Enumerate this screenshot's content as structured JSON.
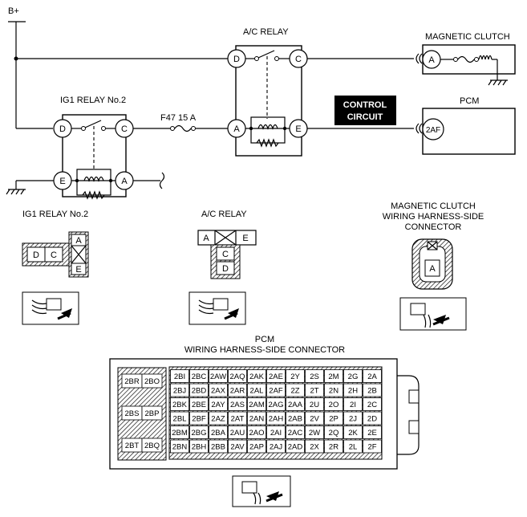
{
  "schematic": {
    "b_plus": "B+",
    "ac_relay_title": "A/C RELAY",
    "magnetic_clutch_title": "MAGNETIC CLUTCH",
    "ig1_relay_title": "IG1 RELAY No.2",
    "fuse_label": "F47 15 A",
    "control_circuit_line1": "CONTROL",
    "control_circuit_line2": "CIRCUIT",
    "pcm_title": "PCM",
    "pins": {
      "ac_d": "D",
      "ac_c": "C",
      "ac_a": "A",
      "ac_e": "E",
      "ig_d": "D",
      "ig_c": "C",
      "ig_e": "E",
      "ig_a": "A",
      "mc_a": "A",
      "pcm_2af": "2AF"
    }
  },
  "connectors": {
    "ig1_title": "IG1 RELAY No.2",
    "ig1_pins": {
      "a": "A",
      "d": "D",
      "c": "C",
      "e": "E"
    },
    "ac_title": "A/C RELAY",
    "ac_pins": {
      "a": "A",
      "e": "E",
      "c": "C",
      "d": "D"
    },
    "mc_title_line1": "MAGNETIC CLUTCH",
    "mc_title_line2": "WIRING HARNESS-SIDE",
    "mc_title_line3": "CONNECTOR",
    "mc_pin": "A",
    "pcm_title_line1": "PCM",
    "pcm_title_line2": "WIRING HARNESS-SIDE CONNECTOR",
    "pcm_side_pins": [
      "2BR",
      "2BO",
      "2BS",
      "2BP",
      "2BT",
      "2BQ"
    ],
    "pcm_grid": [
      [
        "2BI",
        "2BC",
        "2AW",
        "2AQ",
        "2AK",
        "2AE",
        "2Y",
        "2S",
        "2M",
        "2G",
        "2A"
      ],
      [
        "2BJ",
        "2BD",
        "2AX",
        "2AR",
        "2AL",
        "2AF",
        "2Z",
        "2T",
        "2N",
        "2H",
        "2B"
      ],
      [
        "2BK",
        "2BE",
        "2AY",
        "2AS",
        "2AM",
        "2AG",
        "2AA",
        "2U",
        "2O",
        "2I",
        "2C"
      ],
      [
        "2BL",
        "2BF",
        "2AZ",
        "2AT",
        "2AN",
        "2AH",
        "2AB",
        "2V",
        "2P",
        "2J",
        "2D"
      ],
      [
        "2BM",
        "2BG",
        "2BA",
        "2AU",
        "2AO",
        "2AI",
        "2AC",
        "2W",
        "2Q",
        "2K",
        "2E"
      ],
      [
        "2BN",
        "2BH",
        "2BB",
        "2AV",
        "2AP",
        "2AJ",
        "2AD",
        "2X",
        "2R",
        "2L",
        "2F"
      ]
    ]
  }
}
